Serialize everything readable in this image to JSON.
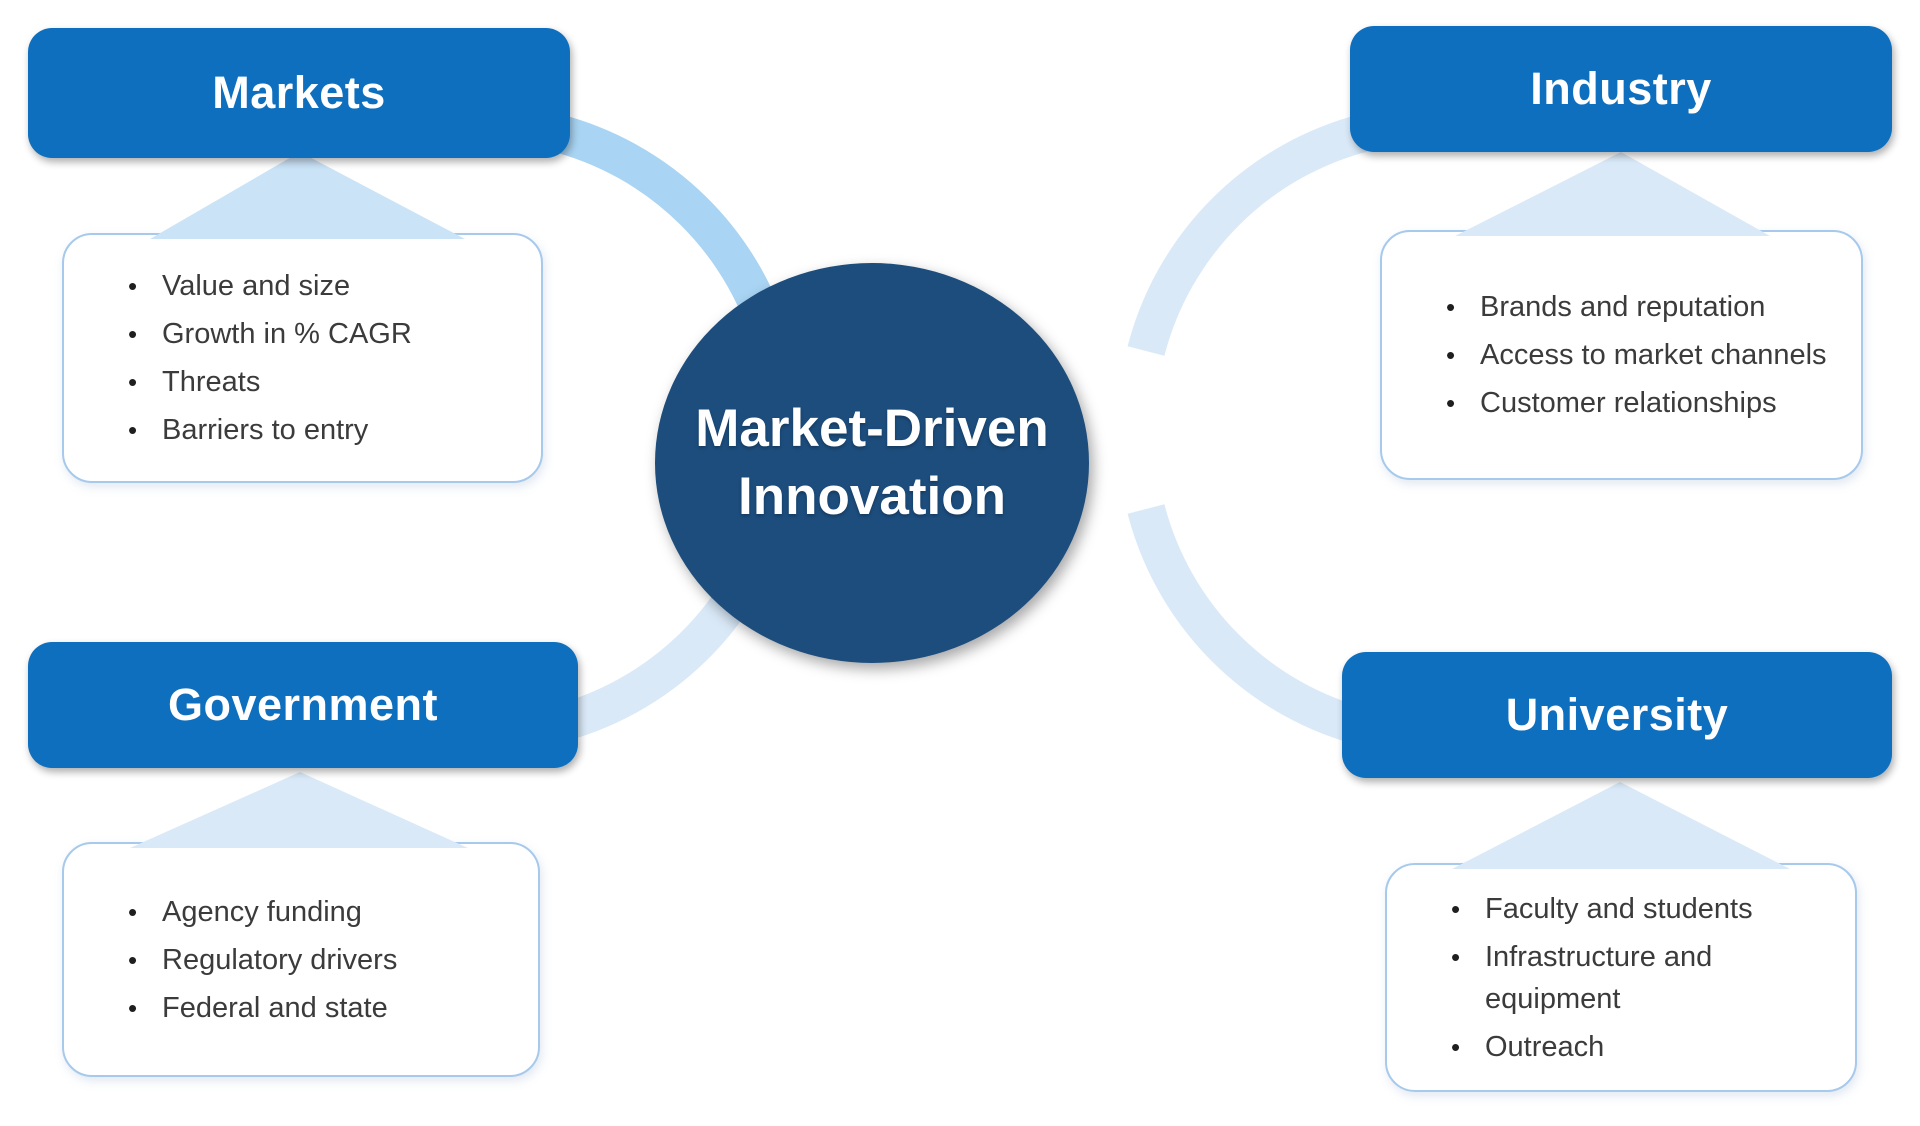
{
  "title": "Market-Driven Innovation diagram",
  "colors": {
    "background": "#FFFFFF",
    "node_blue": "#0D6FBE",
    "center_navy": "#1C4D7D",
    "arc_dark": "#A9D4F3",
    "arc_pale": "#DAE9F8",
    "triangle_dark": "#CBE3F7",
    "triangle_pale": "#D9E9F8",
    "callout_border": "#A6C9EC",
    "bullet_text": "#3B3B3B",
    "title_text": "#FFFFFF"
  },
  "ui": {
    "bullet_char": "•"
  },
  "center": {
    "label": "Market-Driven Innovation",
    "lines": [
      "Market-Driven",
      "Innovation"
    ]
  },
  "nodes": {
    "markets": {
      "label": "Markets",
      "items": [
        "Value and size",
        "Growth in % CAGR",
        "Threats",
        "Barriers to entry"
      ]
    },
    "industry": {
      "label": "Industry",
      "items": [
        "Brands and reputation",
        "Access to market channels",
        "Customer relationships"
      ]
    },
    "government": {
      "label": "Government",
      "items": [
        "Agency funding",
        "Regulatory drivers",
        "Federal and state"
      ]
    },
    "university": {
      "label": "University",
      "items": [
        "Faculty and students",
        "Infrastructure and equipment",
        "Outreach"
      ]
    }
  }
}
